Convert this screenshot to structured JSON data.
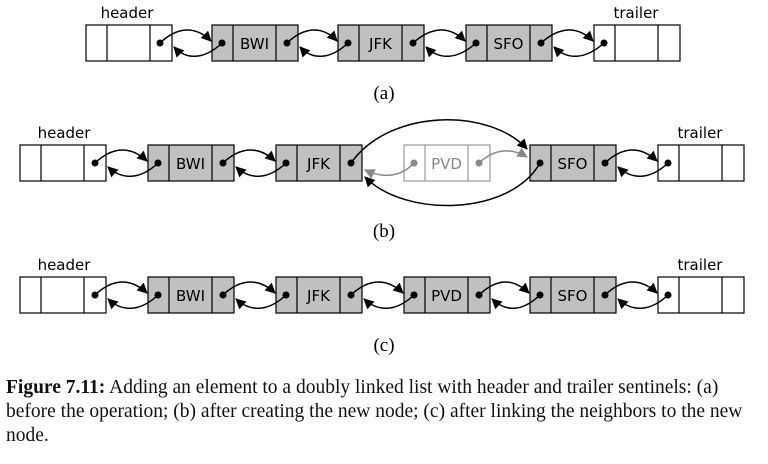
{
  "diagram": {
    "header_label": "header",
    "trailer_label": "trailer",
    "panel_a": {
      "tag": "(a)",
      "nodes": [
        "BWI",
        "JFK",
        "SFO"
      ]
    },
    "panel_b": {
      "tag": "(b)",
      "nodes": [
        "BWI",
        "JFK",
        "SFO"
      ],
      "new_node": "PVD"
    },
    "panel_c": {
      "tag": "(c)",
      "nodes": [
        "BWI",
        "JFK",
        "PVD",
        "SFO"
      ]
    }
  },
  "caption": {
    "label": "Figure 7.11:",
    "text": "Adding an element to a doubly linked list with header and trailer sentinels: (a) before the operation; (b) after creating the new node; (c) after linking the neighbors to the new node."
  },
  "colors": {
    "node_fill": "#c0c0c0",
    "line": "#000000",
    "ghost": "#888888"
  }
}
